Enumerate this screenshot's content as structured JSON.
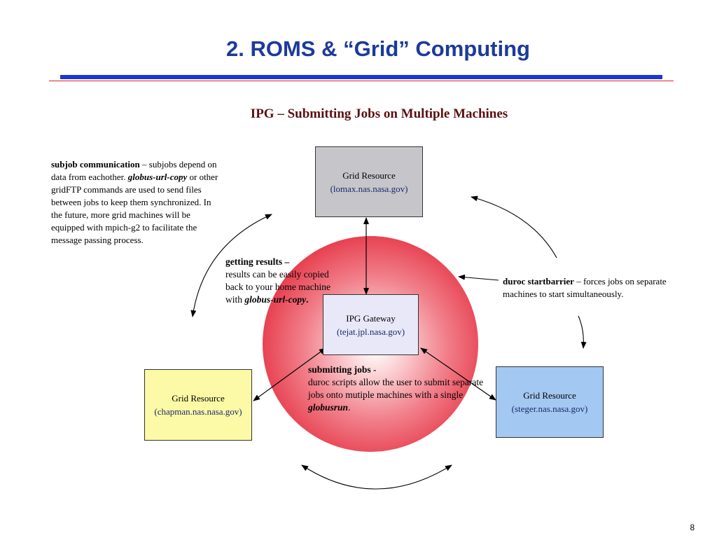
{
  "slide": {
    "title": "2. ROMS & “Grid” Computing",
    "subtitle": "IPG – Submitting Jobs on Multiple Machines",
    "page_number": "8"
  },
  "nodes": {
    "lomax": {
      "label": "Grid Resource",
      "host": "(lomax.nas.nasa.gov)"
    },
    "gateway": {
      "label": "IPG Gateway",
      "host": "(tejat.jpl.nasa.gov)"
    },
    "chapman": {
      "label": "Grid Resource",
      "host": "(chapman.nas.nasa.gov)"
    },
    "steger": {
      "label": "Grid Resource",
      "host": "(steger.nas.nasa.gov)"
    }
  },
  "notes": {
    "subjob": {
      "term": "subjob communication",
      "text1": " – subjobs depend on data from eachother. ",
      "term2": "globus-url-copy",
      "text2": " or other gridFTP commands are used to send files between jobs to keep them synchronized.  In the future, more grid machines will be equipped with mpich-g2 to facilitate the message passing process."
    },
    "results": {
      "term": "getting results",
      "dash": " –",
      "text": "results can be easily copied back to your home machine with ",
      "term2": "globus-url-copy",
      "end": "."
    },
    "duroc": {
      "term": "duroc startbarrier",
      "text": " – forces jobs on separate machines to start simultaneously."
    },
    "submit": {
      "term": "submitting jobs",
      "dash": " -",
      "text": "duroc scripts allow the user to submit separate jobs onto mutiple machines with a single ",
      "term2": "globusrun",
      "end": "."
    }
  },
  "colors": {
    "title": "#1c3a9c",
    "rule_blue": "#1a37d6",
    "rule_red": "#dd2222",
    "subtitle": "#5a1010",
    "lomax_fill": "#c6c5ca",
    "gateway_fill": "#e8e8f8",
    "chapman_fill": "#fcfaa6",
    "steger_fill": "#a3c8f1",
    "sphere": "#dc2233"
  }
}
